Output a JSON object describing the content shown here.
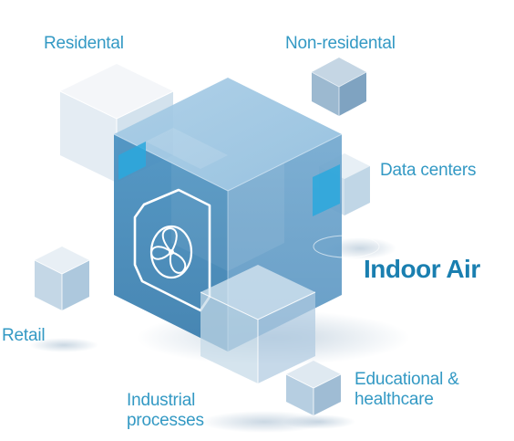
{
  "center": {
    "title": "Indoor Air",
    "icon": "fan-icon"
  },
  "segments": [
    {
      "label": "Residental"
    },
    {
      "label": "Non-residental"
    },
    {
      "label": "Data centers"
    },
    {
      "label": "Retail"
    },
    {
      "label": "Industrial",
      "label_line2": "processes"
    },
    {
      "label": "Educational &",
      "label_line2": "healthcare"
    }
  ],
  "colors": {
    "label_text": "#3399c4",
    "title_text": "#1a7fb0",
    "cube_light": "#c9dcea",
    "cube_mid": "#86b6d6",
    "cube_dark": "#4f8fbc",
    "accent": "#2aa8dd"
  }
}
